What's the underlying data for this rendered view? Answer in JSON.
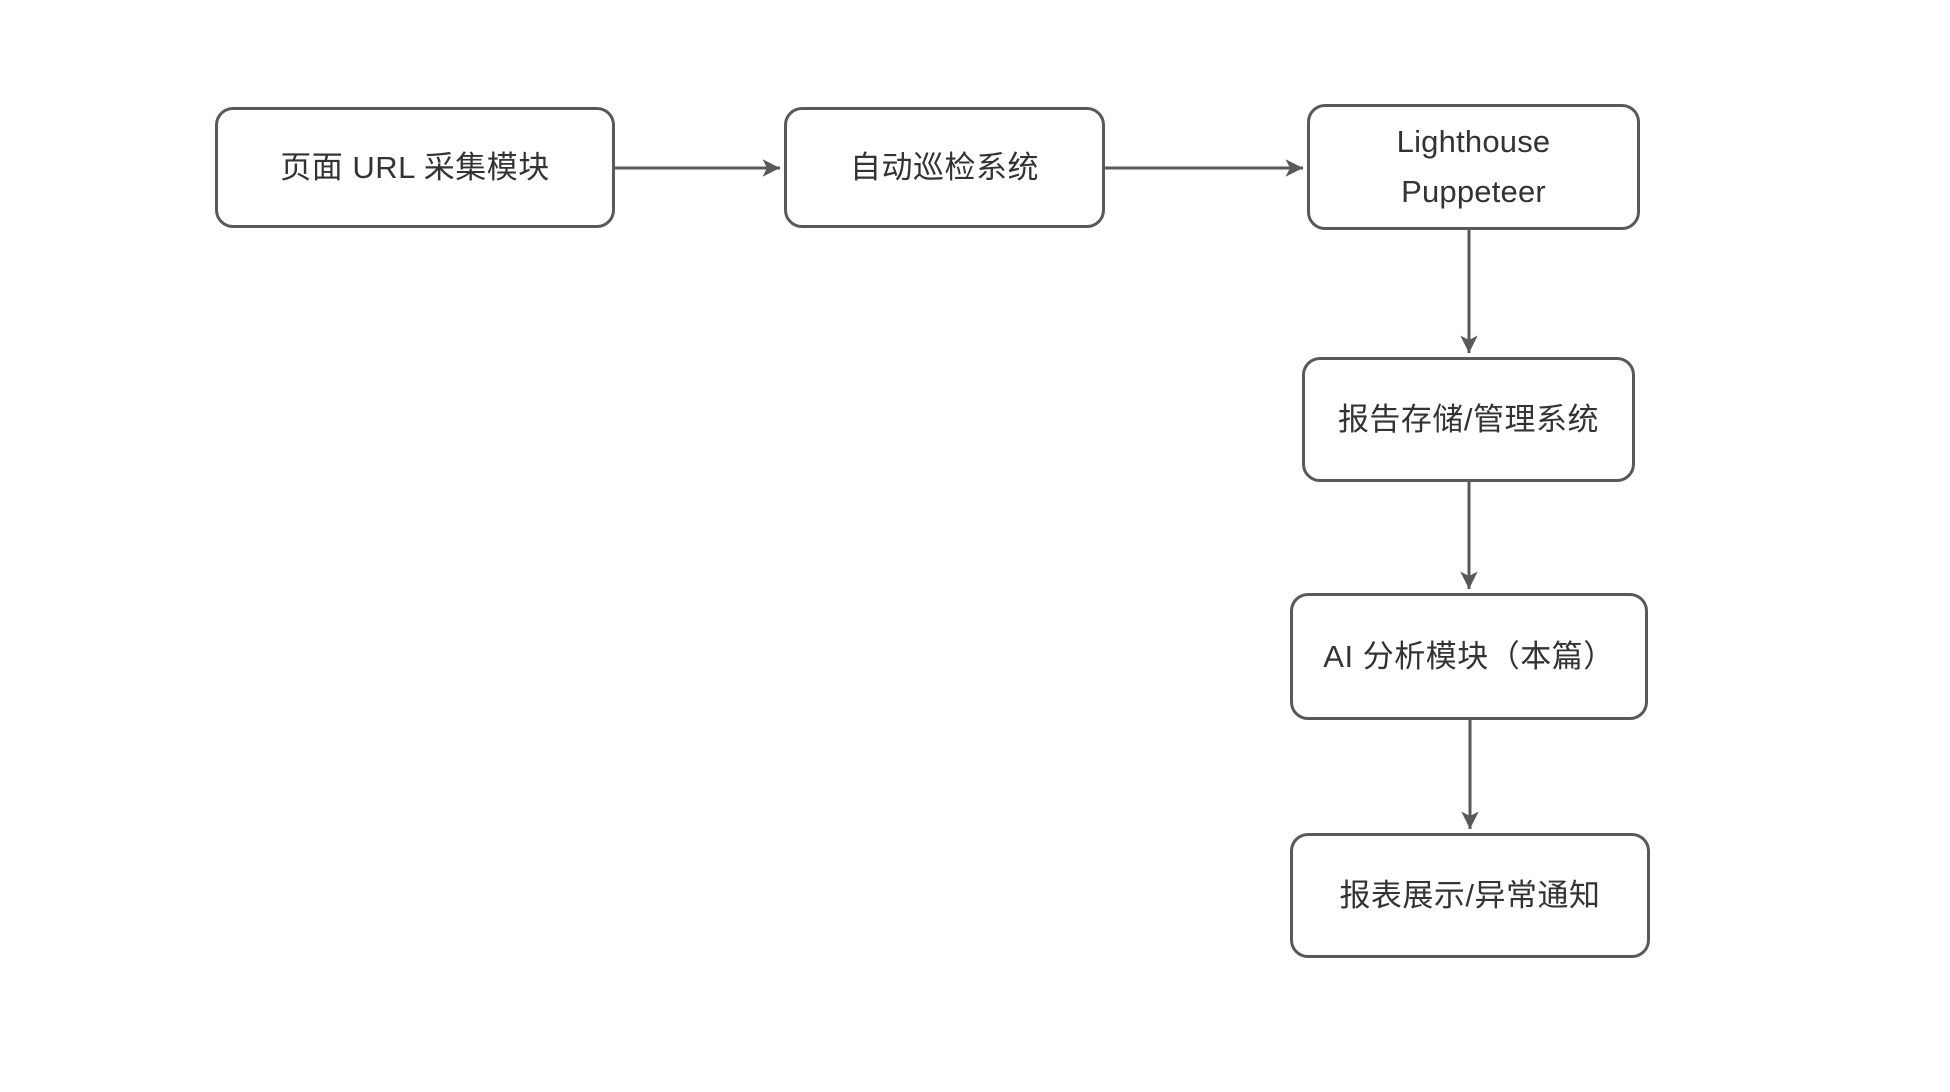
{
  "diagram": {
    "background_color": "#ffffff",
    "stroke_color": "#595959",
    "text_color": "#333333",
    "nodes": [
      {
        "id": "page-url-collector",
        "label": "页面 URL 采集模块"
      },
      {
        "id": "auto-inspection-system",
        "label": "自动巡检系统"
      },
      {
        "id": "lighthouse-puppeteer",
        "label": "Lighthouse Puppeteer",
        "lines": [
          "Lighthouse",
          "Puppeteer"
        ]
      },
      {
        "id": "report-storage-management",
        "label": "报告存储/管理系统"
      },
      {
        "id": "ai-analysis-module",
        "label": "AI 分析模块（本篇）"
      },
      {
        "id": "report-display-notify",
        "label": "报表展示/异常通知"
      }
    ],
    "edges": [
      {
        "from": "page-url-collector",
        "to": "auto-inspection-system"
      },
      {
        "from": "auto-inspection-system",
        "to": "lighthouse-puppeteer"
      },
      {
        "from": "lighthouse-puppeteer",
        "to": "report-storage-management"
      },
      {
        "from": "report-storage-management",
        "to": "ai-analysis-module"
      },
      {
        "from": "ai-analysis-module",
        "to": "report-display-notify"
      }
    ]
  }
}
